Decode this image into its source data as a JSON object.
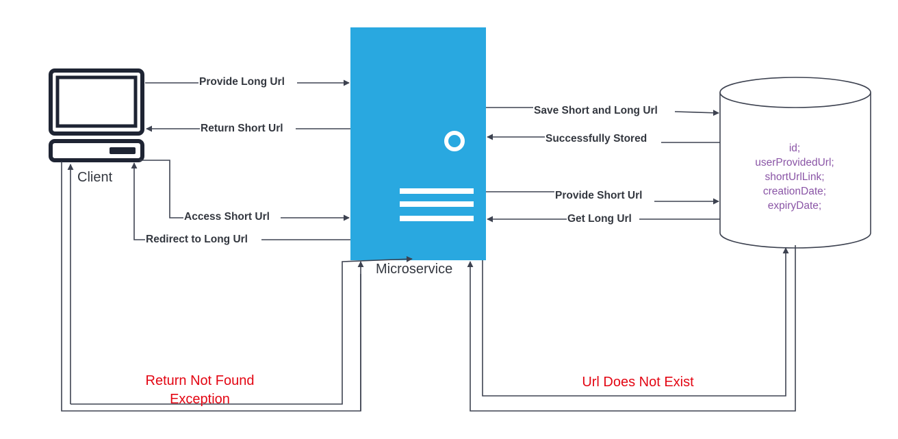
{
  "nodes": {
    "client": "Client",
    "microservice": "Microservice"
  },
  "database": {
    "fields": [
      "id;",
      "userProvidedUrl;",
      "shortUrlLink;",
      "creationDate;",
      "expiryDate;"
    ]
  },
  "edges": {
    "provide_long_url": "Provide Long Url",
    "return_short_url": "Return Short Url",
    "access_short_url": "Access Short Url",
    "redirect_to_long_url": "Redirect to Long Url",
    "save_short_and_long_url": "Save Short and Long Url",
    "successfully_stored": "Successfully Stored",
    "provide_short_url": "Provide Short Url",
    "get_long_url": "Get Long Url",
    "return_not_found_line1": "Return Not Found",
    "return_not_found_line2": "Exception",
    "url_does_not_exist": "Url Does Not Exist"
  },
  "colors": {
    "server": "#29a8e0",
    "line": "#3d4250",
    "error_text": "#e30613",
    "db_text": "#8a55a6"
  }
}
